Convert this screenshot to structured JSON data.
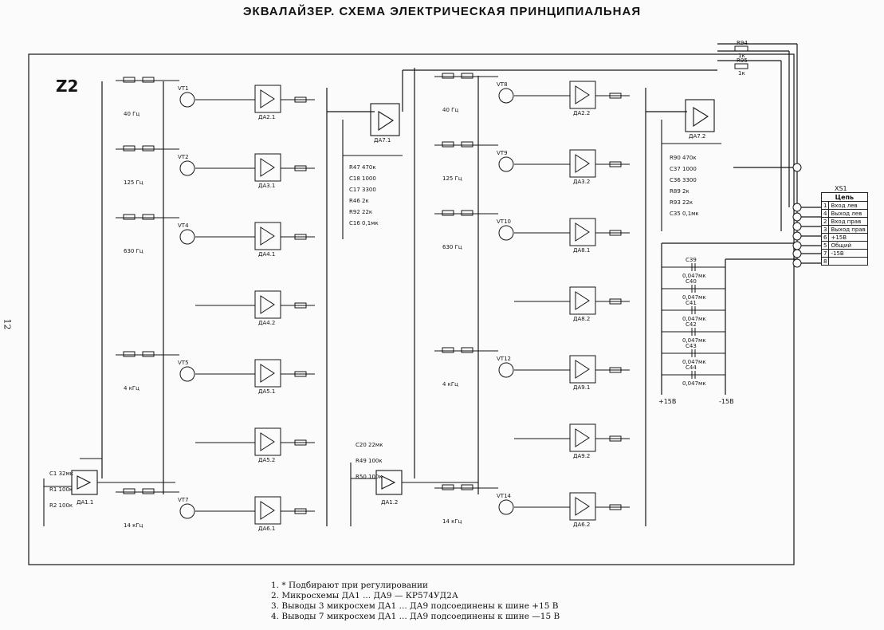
{
  "title": "ЭКВАЛАЙЗЕР. СХЕМА ЭЛЕКТРИЧЕСКАЯ   ПРИНЦИПИАЛЬНАЯ",
  "page_number": "12",
  "board_label": "Z2",
  "notes": [
    "1. * Подбирают при регулировании",
    "2. Микросхемы ДА1 ... ДА9 — КР574УД2А",
    "3. Выводы 3 микросхем ДА1 ... ДА9 подсоединены к шине +15 В",
    "4. Выводы 7 микросхем ДА1 ... ДА9 подсоединены к шине —15 В"
  ],
  "connector": {
    "name": "XS1",
    "header": "Цепь",
    "rows": [
      {
        "pin": "1",
        "signal": "Вход лев"
      },
      {
        "pin": "4",
        "signal": "Выход лев"
      },
      {
        "pin": "2",
        "signal": "Вход прав"
      },
      {
        "pin": "3",
        "signal": "Выход прав"
      },
      {
        "pin": "6",
        "signal": "+15В"
      },
      {
        "pin": "5",
        "signal": "Общий"
      },
      {
        "pin": "7",
        "signal": "-15В"
      },
      {
        "pin": "8",
        "signal": ""
      }
    ]
  },
  "left_channel": {
    "bands": [
      {
        "freq": "40 Гц",
        "transistor": "VT1",
        "opamp": "ДА2.1"
      },
      {
        "freq": "125 Гц",
        "transistor": "VT2",
        "opamp": "ДА3.1"
      },
      {
        "freq": "630 Гц",
        "transistor": "VT4",
        "opamp": "ДА4.1"
      },
      {
        "freq": "",
        "transistor": "",
        "opamp": "ДА4.2"
      },
      {
        "freq": "4 кГц",
        "transistor": "VT5",
        "opamp": "ДА5.1"
      },
      {
        "freq": "",
        "transistor": "",
        "opamp": "ДА5.2"
      },
      {
        "freq": "14 кГц",
        "transistor": "VT7",
        "opamp": "ДА6.1"
      }
    ],
    "input_opamp": "ДА1.1",
    "output_opamp": "ДА7.1",
    "input_parts": [
      "C1",
      "32мк",
      "R1",
      "100к",
      "R2",
      "100к"
    ],
    "output_parts": [
      "R47",
      "470к",
      "C18",
      "1000",
      "C17",
      "3300",
      "R46",
      "2к",
      "R92",
      "22к",
      "C16",
      "0,1мк"
    ]
  },
  "right_channel": {
    "bands": [
      {
        "freq": "40 Гц",
        "transistor": "VT8",
        "opamp": "ДА2.2"
      },
      {
        "freq": "125 Гц",
        "transistor": "VT9",
        "opamp": "ДА3.2"
      },
      {
        "freq": "630 Гц",
        "transistor": "VT10",
        "opamp": "ДА8.1"
      },
      {
        "freq": "",
        "transistor": "",
        "opamp": "ДА8.2"
      },
      {
        "freq": "4 кГц",
        "transistor": "VT12",
        "opamp": "ДА9.1"
      },
      {
        "freq": "",
        "transistor": "",
        "opamp": "ДА9.2"
      },
      {
        "freq": "14 кГц",
        "transistor": "VT14",
        "opamp": "ДА6.2"
      }
    ],
    "input_opamp": "ДА1.2",
    "output_opamp": "ДА7.2",
    "input_parts": [
      "C20",
      "22мк",
      "R49",
      "100к",
      "R50",
      "100к"
    ],
    "output_parts": [
      "R90",
      "470к",
      "C37",
      "1000",
      "C36",
      "3300",
      "R89",
      "2к",
      "R93",
      "22к",
      "C35",
      "0,1мк"
    ]
  },
  "decoupling": {
    "caps": [
      {
        "name": "C39",
        "value": "0,047мк"
      },
      {
        "name": "C40",
        "value": "0,047мк"
      },
      {
        "name": "C41",
        "value": "0,047мк"
      },
      {
        "name": "C42",
        "value": "0,047мк"
      },
      {
        "name": "C43",
        "value": "0,047мк"
      },
      {
        "name": "C44",
        "value": "0,047мк"
      }
    ],
    "rails": [
      "+15В",
      "-15В"
    ]
  },
  "out_resistors": [
    {
      "name": "R94",
      "value": "1к"
    },
    {
      "name": "R95",
      "value": "1к"
    }
  ],
  "supply": "+15В",
  "supply_neg": "-15В",
  "colors": {
    "ink": "#151515",
    "paper": "#fbfbfb"
  }
}
